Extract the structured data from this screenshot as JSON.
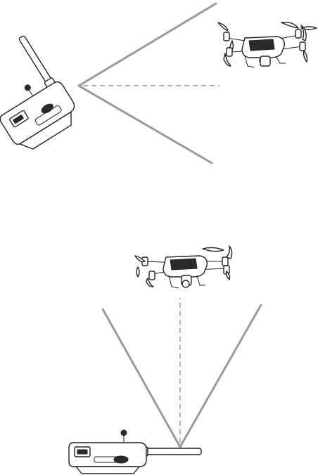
{
  "colors": {
    "background": "#ffffff",
    "signal_line": "#9a9a9a",
    "device_outline": "#222222",
    "device_fill": "#ffffff"
  },
  "panels": [
    {
      "name": "side-orientation",
      "devices": [
        "remote-controller",
        "drone"
      ]
    },
    {
      "name": "overhead-orientation",
      "devices": [
        "remote-controller",
        "drone"
      ]
    }
  ]
}
